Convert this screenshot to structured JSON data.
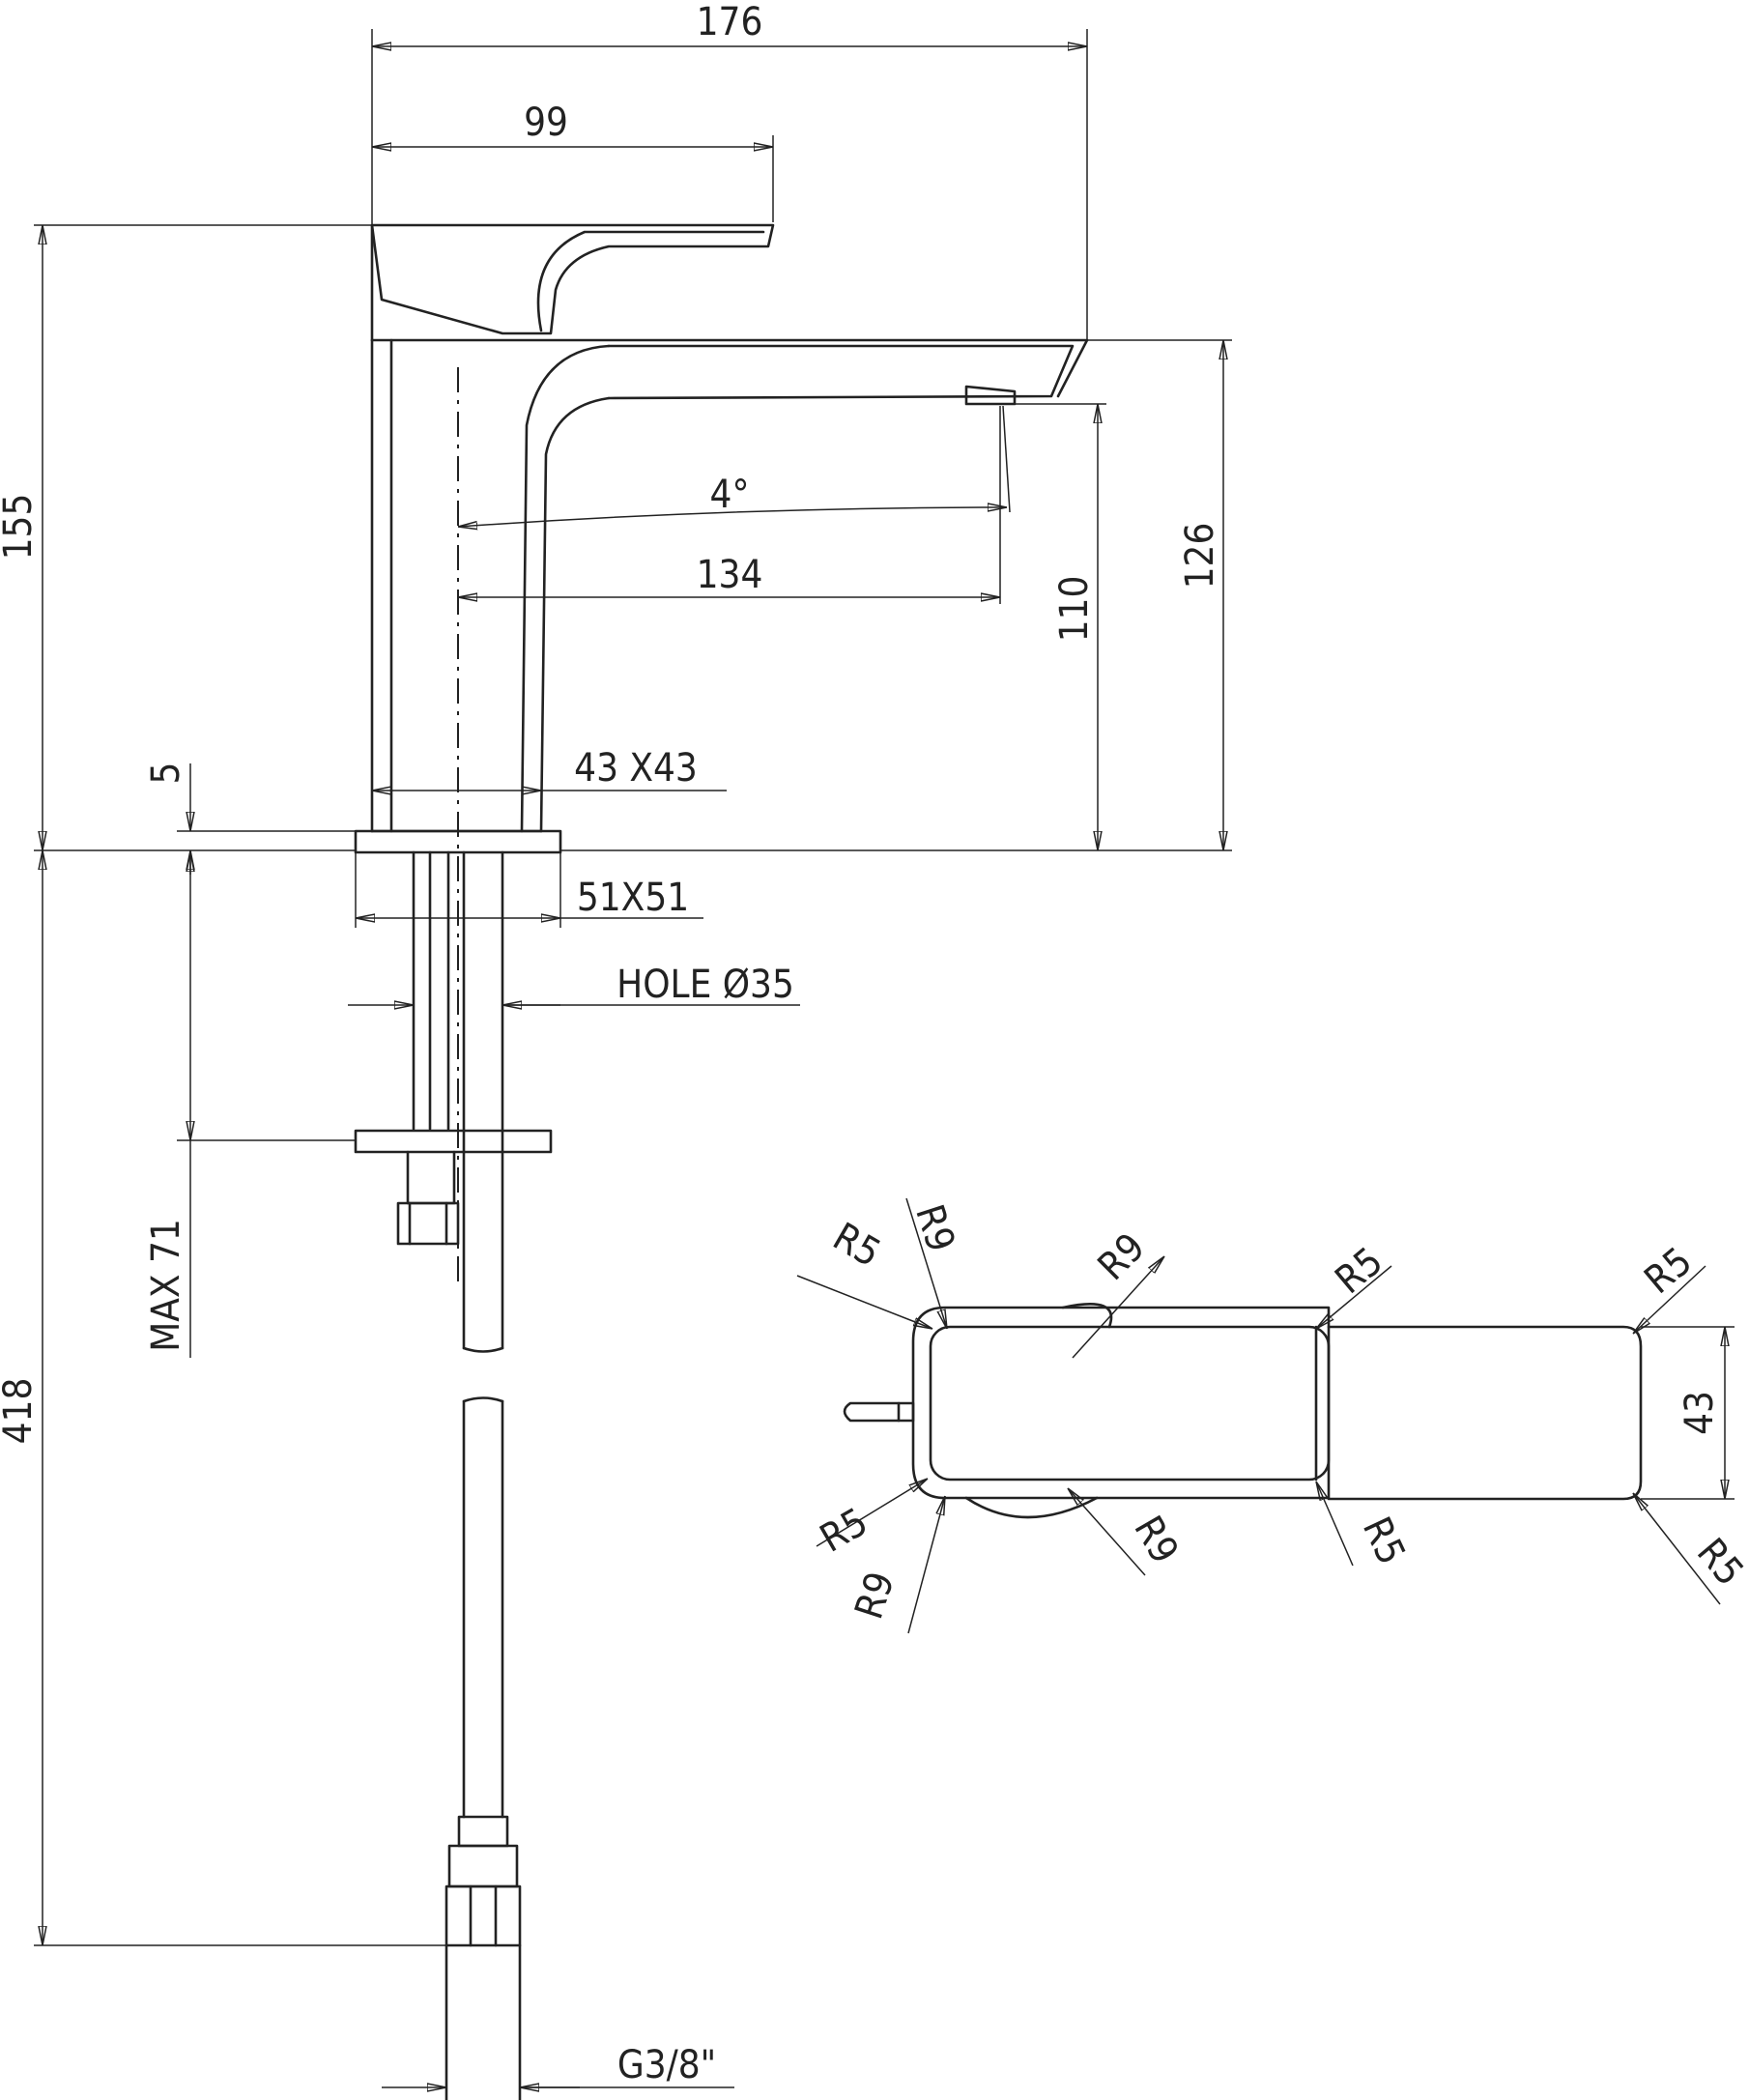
{
  "dimensions": {
    "overall_width": "176",
    "lever_reach": "99",
    "overall_height": "155",
    "spout_angle": "4°",
    "spout_reach": "134",
    "spout_height": "110",
    "body_height": "126",
    "body_section": "43 X43",
    "base_thickness": "5",
    "base_plate": "51X51",
    "hole": "HOLE Ø35",
    "max_deck": "MAX 71",
    "hose_length": "418",
    "connection": "G3/8\""
  },
  "plan_view": {
    "radius_r5": "R5",
    "radius_r9": "R9",
    "width": "43"
  },
  "colors": {
    "line": "#222222",
    "background": "#ffffff"
  }
}
